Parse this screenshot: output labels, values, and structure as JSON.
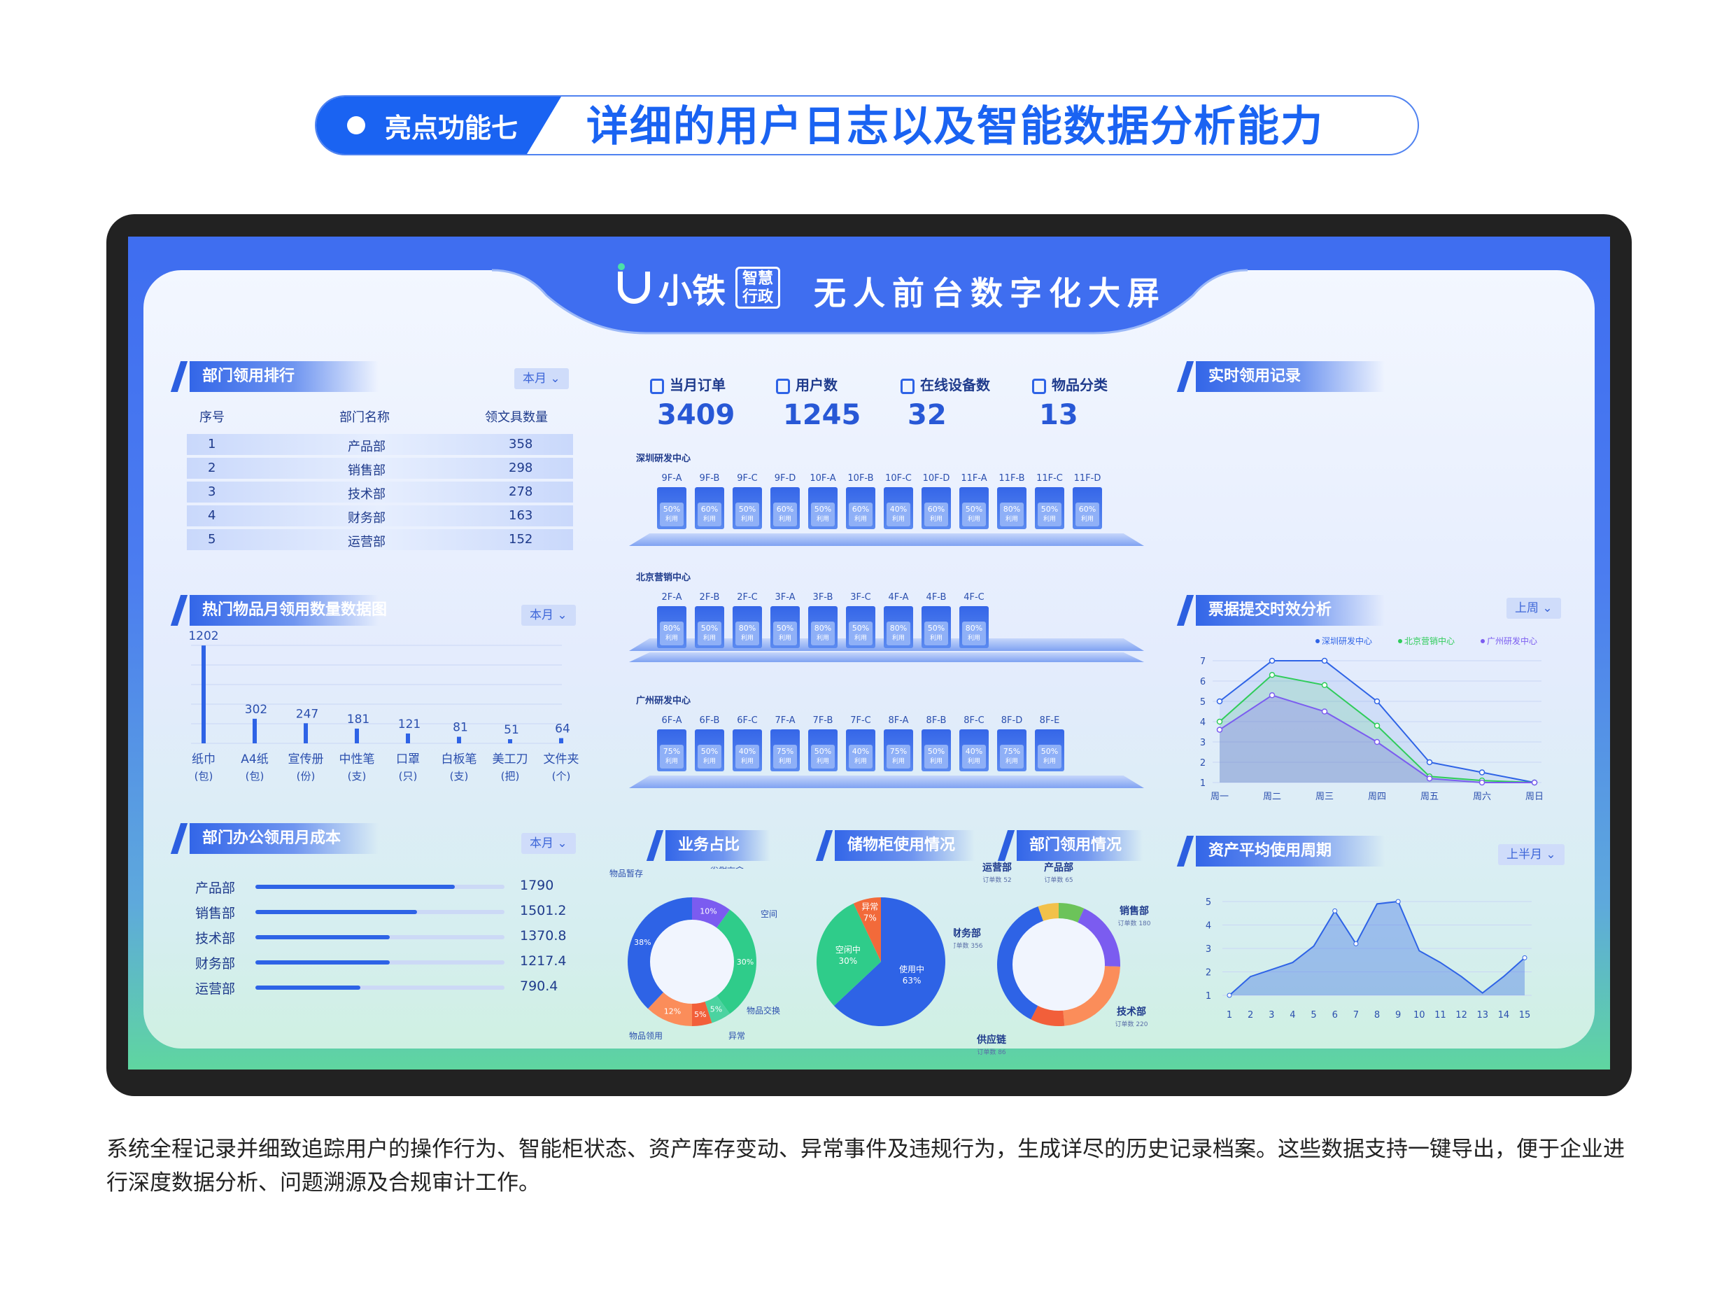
{
  "banner": {
    "tag": "亮点功能七",
    "title": "详细的用户日志以及智能数据分析能力"
  },
  "screen": {
    "brand": "小铁",
    "brand_badge": "智慧\n行政",
    "title": "无人前台数字化大屏"
  },
  "rank": {
    "title": "部门领用排行",
    "filter": "本月",
    "headers": [
      "序号",
      "部门名称",
      "领文具数量"
    ],
    "rows": [
      [
        "1",
        "产品部",
        "358"
      ],
      [
        "2",
        "销售部",
        "298"
      ],
      [
        "3",
        "技术部",
        "278"
      ],
      [
        "4",
        "财务部",
        "163"
      ],
      [
        "5",
        "运营部",
        "152"
      ]
    ]
  },
  "hot": {
    "title": "热门物品月领用数量数据图",
    "filter": "本月"
  },
  "cost": {
    "title": "部门办公领用月成本",
    "filter": "本月",
    "rows": [
      {
        "name": "产品部",
        "value": "1790",
        "frac": 0.8
      },
      {
        "name": "销售部",
        "value": "1501.2",
        "frac": 0.65
      },
      {
        "name": "技术部",
        "value": "1370.8",
        "frac": 0.54
      },
      {
        "name": "财务部",
        "value": "1217.4",
        "frac": 0.54
      },
      {
        "name": "运营部",
        "value": "790.4",
        "frac": 0.42
      }
    ]
  },
  "stats": [
    {
      "label": "当月订单",
      "value": "3409"
    },
    {
      "label": "用户数",
      "value": "1245"
    },
    {
      "label": "在线设备数",
      "value": "32"
    },
    {
      "label": "物品分类",
      "value": "13"
    }
  ],
  "zones": [
    {
      "name": "深圳研发中心",
      "cells": [
        {
          "id": "9F-A",
          "p": "50%"
        },
        {
          "id": "9F-B",
          "p": "60%"
        },
        {
          "id": "9F-C",
          "p": "50%"
        },
        {
          "id": "9F-D",
          "p": "60%"
        },
        {
          "id": "10F-A",
          "p": "50%"
        },
        {
          "id": "10F-B",
          "p": "60%"
        },
        {
          "id": "10F-C",
          "p": "40%"
        },
        {
          "id": "10F-D",
          "p": "60%"
        },
        {
          "id": "11F-A",
          "p": "50%"
        },
        {
          "id": "11F-B",
          "p": "80%"
        },
        {
          "id": "11F-C",
          "p": "50%"
        },
        {
          "id": "11F-D",
          "p": "60%"
        }
      ]
    },
    {
      "name": "北京营销中心",
      "cells": [
        {
          "id": "2F-A",
          "p": "80%"
        },
        {
          "id": "2F-B",
          "p": "50%"
        },
        {
          "id": "2F-C",
          "p": "80%"
        },
        {
          "id": "3F-A",
          "p": "50%"
        },
        {
          "id": "3F-B",
          "p": "80%"
        },
        {
          "id": "3F-C",
          "p": "50%"
        },
        {
          "id": "4F-A",
          "p": "80%"
        },
        {
          "id": "4F-B",
          "p": "50%"
        },
        {
          "id": "4F-C",
          "p": "80%"
        }
      ]
    },
    {
      "name": "广州研发中心",
      "cells": [
        {
          "id": "6F-A",
          "p": "75%"
        },
        {
          "id": "6F-B",
          "p": "50%"
        },
        {
          "id": "6F-C",
          "p": "40%"
        },
        {
          "id": "7F-A",
          "p": "75%"
        },
        {
          "id": "7F-B",
          "p": "50%"
        },
        {
          "id": "7F-C",
          "p": "40%"
        },
        {
          "id": "8F-A",
          "p": "75%"
        },
        {
          "id": "8F-B",
          "p": "50%"
        },
        {
          "id": "8F-C",
          "p": "40%"
        },
        {
          "id": "8F-D",
          "p": "75%"
        },
        {
          "id": "8F-E",
          "p": "50%"
        }
      ]
    }
  ],
  "cell_word": "利用",
  "biz": {
    "title": "业务占比"
  },
  "cab": {
    "title": "储物柜使用情况"
  },
  "deptuse": {
    "title": "部门领用情况"
  },
  "realtime": {
    "title": "实时领用记录"
  },
  "ticket": {
    "title": "票据提交时效分析",
    "filter": "上周"
  },
  "asset": {
    "title": "资产平均使用周期",
    "filter": "上半月"
  },
  "caption": "系统全程记录并细致追踪用户的操作行为、智能柜状态、资产库存变动、异常事件及违规行为，生成详尽的历史记录档案。这些数据支持一键导出，便于企业进行深度数据分析、问题溯源及合规审计工作。",
  "chart_data": [
    {
      "type": "bar",
      "title": "热门物品月领用数量数据图",
      "categories": [
        "纸巾",
        "A4纸",
        "宣传册",
        "中性笔",
        "口罩",
        "白板笔",
        "美工刀",
        "文件夹"
      ],
      "units": [
        "(包)",
        "(包)",
        "(份)",
        "(支)",
        "(只)",
        "(支)",
        "(把)",
        "(个)"
      ],
      "values": [
        1202,
        302,
        247,
        181,
        121,
        81,
        51,
        64
      ],
      "ylim": [
        0,
        1300
      ],
      "color": "#2e63e6"
    },
    {
      "type": "pie",
      "title": "业务占比",
      "donut": true,
      "slices": [
        {
          "label": "票据上交",
          "value": 10,
          "color": "#7b5cf0"
        },
        {
          "label": "空间",
          "value": 30,
          "color": "#2fcc8a"
        },
        {
          "label": "物品交换",
          "value": 5,
          "color": "#4bd3a0"
        },
        {
          "label": "异常",
          "value": 5,
          "color": "#f25f3a"
        },
        {
          "label": "物品领用",
          "value": 12,
          "color": "#fb8d5a"
        },
        {
          "label": "物品暂存",
          "value": 38,
          "color": "#2e63e6"
        }
      ]
    },
    {
      "type": "pie",
      "title": "储物柜使用情况",
      "donut": false,
      "slices": [
        {
          "label": "使用中",
          "pct": "63%",
          "value": 63,
          "color": "#2e63e6"
        },
        {
          "label": "空闲中",
          "pct": "30%",
          "value": 30,
          "color": "#2fcc8a"
        },
        {
          "label": "异常",
          "pct": "7%",
          "value": 7,
          "color": "#f26a3a"
        }
      ]
    },
    {
      "type": "pie",
      "title": "部门领用情况",
      "donut": true,
      "order_label": "订单数",
      "slices": [
        {
          "label": "产品部",
          "value": 65,
          "color": "#6cc35a"
        },
        {
          "label": "销售部",
          "value": 180,
          "color": "#7b5cf0"
        },
        {
          "label": "技术部",
          "value": 220,
          "color": "#fb8d5a"
        },
        {
          "label": "供应链",
          "value": 86,
          "color": "#f25f3a"
        },
        {
          "label": "财务部",
          "value": 356,
          "color": "#2e63e6"
        },
        {
          "label": "运营部",
          "value": 52,
          "color": "#f2c14a"
        }
      ]
    },
    {
      "type": "line",
      "title": "票据提交时效分析",
      "x": [
        "周一",
        "周二",
        "周三",
        "周四",
        "周五",
        "周六",
        "周日"
      ],
      "ylim": [
        1,
        7
      ],
      "yticks": [
        1,
        2,
        3,
        4,
        5,
        6,
        7
      ],
      "series": [
        {
          "name": "深圳研发中心",
          "color": "#2e63e6",
          "values": [
            5,
            7,
            7,
            5,
            2,
            1.5,
            1
          ]
        },
        {
          "name": "北京营销中心",
          "color": "#2fcc5a",
          "values": [
            4,
            6.3,
            5.8,
            3.8,
            1.3,
            1.1,
            1
          ]
        },
        {
          "name": "广州研发中心",
          "color": "#7b5cf0",
          "values": [
            3.6,
            5.3,
            4.5,
            3,
            1.2,
            1,
            1
          ]
        }
      ]
    },
    {
      "type": "area",
      "title": "资产平均使用周期",
      "x": [
        "1",
        "2",
        "3",
        "4",
        "5",
        "6",
        "7",
        "8",
        "9",
        "10",
        "11",
        "12",
        "13",
        "14",
        "15"
      ],
      "ylim": [
        1,
        5
      ],
      "yticks": [
        1,
        2,
        3,
        4,
        5
      ],
      "series": [
        {
          "color": "#2e63e6",
          "values": [
            1,
            1.8,
            2.1,
            2.4,
            3.1,
            4.6,
            3.2,
            4.9,
            5,
            2.9,
            2.4,
            1.8,
            1.1,
            1.8,
            2.6
          ]
        }
      ]
    }
  ]
}
